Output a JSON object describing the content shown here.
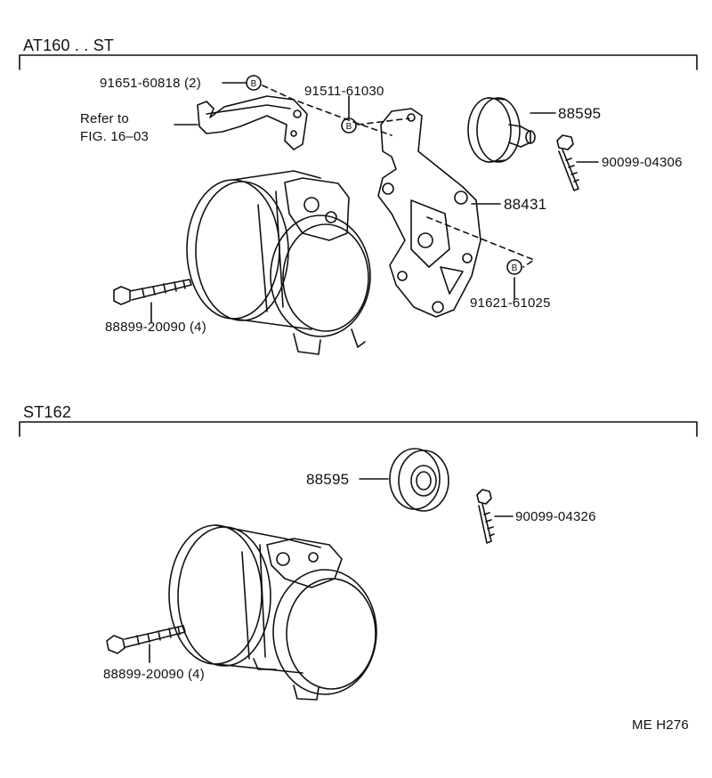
{
  "sections": [
    {
      "title": "AT160 . . ST"
    },
    {
      "title": "ST162"
    }
  ],
  "parts": {
    "top": {
      "p91651": "91651-60818 (2)",
      "p91511": "91511-61030",
      "refer_line1": "Refer to",
      "refer_line2": "FIG. 16–03",
      "p88595": "88595",
      "p90099": "90099-04306",
      "p88431": "88431",
      "p91621": "91621-61025",
      "p88899": "88899-20090 (4)"
    },
    "bottom": {
      "p88595": "88595",
      "p90099": "90099-04326",
      "p88899": "88899-20090 (4)"
    }
  },
  "callout_letter": "B",
  "footer_code": "ME H276"
}
